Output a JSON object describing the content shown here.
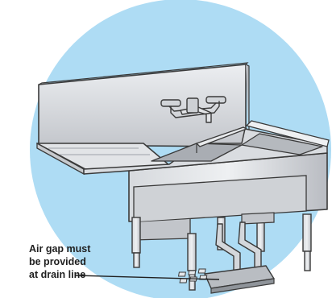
{
  "annotation": {
    "lines": [
      "Air gap must",
      "be provided",
      "at drain line"
    ]
  },
  "colors": {
    "backdrop_circle": "#aedcf4",
    "steel_light": "#dcdee2",
    "steel_mid": "#c6c9ce",
    "steel_dark": "#9ea2a8",
    "outline": "#3a3a3a",
    "text": "#1f1f1f"
  },
  "icons": {
    "fixture": "three-compartment-sink",
    "faucet": "wall-mount-faucet",
    "drain": "floor-drain-grate"
  }
}
